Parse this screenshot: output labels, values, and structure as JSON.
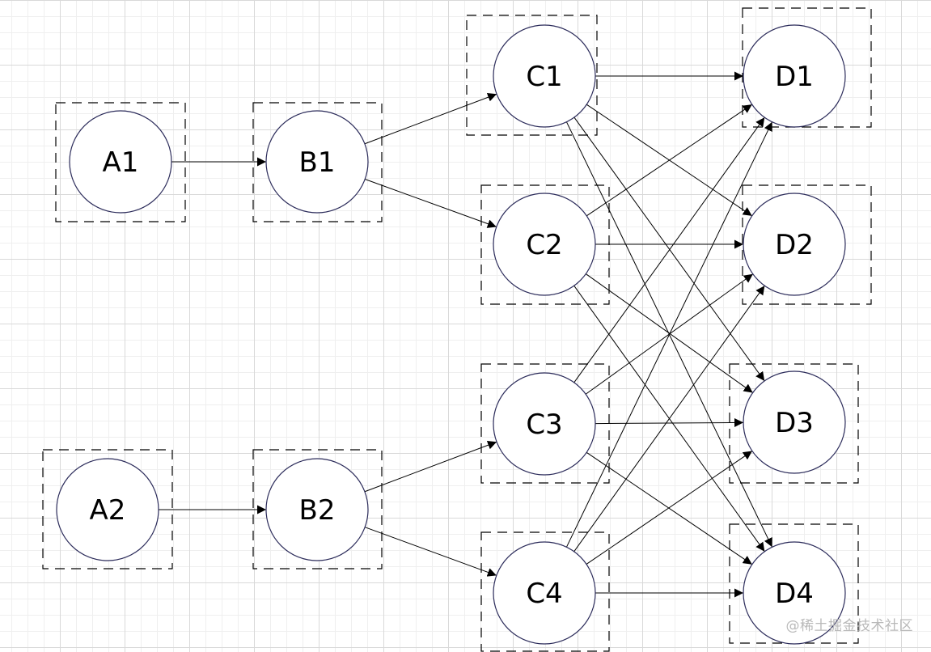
{
  "nodes": [
    {
      "id": "A1",
      "label": "A1"
    },
    {
      "id": "B1",
      "label": "B1"
    },
    {
      "id": "C1",
      "label": "C1"
    },
    {
      "id": "C2",
      "label": "C2"
    },
    {
      "id": "D1",
      "label": "D1"
    },
    {
      "id": "D2",
      "label": "D2"
    },
    {
      "id": "A2",
      "label": "A2"
    },
    {
      "id": "B2",
      "label": "B2"
    },
    {
      "id": "C3",
      "label": "C3"
    },
    {
      "id": "C4",
      "label": "C4"
    },
    {
      "id": "D3",
      "label": "D3"
    },
    {
      "id": "D4",
      "label": "D4"
    }
  ],
  "edges": [
    [
      "A1",
      "B1"
    ],
    [
      "B1",
      "C1"
    ],
    [
      "B1",
      "C2"
    ],
    [
      "A2",
      "B2"
    ],
    [
      "B2",
      "C3"
    ],
    [
      "B2",
      "C4"
    ],
    [
      "C1",
      "D1"
    ],
    [
      "C1",
      "D2"
    ],
    [
      "C1",
      "D3"
    ],
    [
      "C1",
      "D4"
    ],
    [
      "C2",
      "D1"
    ],
    [
      "C2",
      "D2"
    ],
    [
      "C2",
      "D3"
    ],
    [
      "C2",
      "D4"
    ],
    [
      "C3",
      "D1"
    ],
    [
      "C3",
      "D2"
    ],
    [
      "C3",
      "D3"
    ],
    [
      "C3",
      "D4"
    ],
    [
      "C4",
      "D1"
    ],
    [
      "C4",
      "D2"
    ],
    [
      "C4",
      "D3"
    ],
    [
      "C4",
      "D4"
    ]
  ],
  "watermark": "@稀土掘金技术社区",
  "colors": {
    "line": "#000000",
    "circle_stroke": "#2b2b5a",
    "grid": "#d9d9d9"
  }
}
